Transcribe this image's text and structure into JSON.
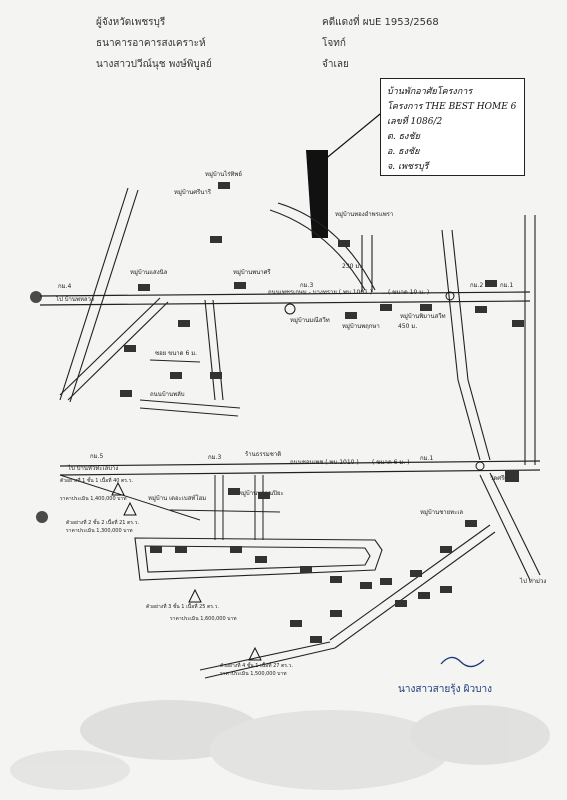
{
  "header": {
    "province": "ผู้จังหวัดเพชรบุรี",
    "bank": "ธนาคารอาคารสงเคราะห์",
    "plaintiff_rep": "นางสาวปวีณ์นุช พงษ์พิบูลย์",
    "case_label": "คดีแดงที่ ผบE 1953/2568",
    "plaintiff_label": "โจทก์",
    "defendant_label": "จำเลย"
  },
  "callout": {
    "line1": "บ้านพักอาศัยโครงการ",
    "line2": "โครงการ THE BEST HOME 6",
    "line3": "เลขที่ 1086/2",
    "line4": "ต. ธงชัย",
    "line5": "อ. ธงชัย",
    "line6": "จ. เพชรบุรี"
  },
  "roads": {
    "main_north": "ถนนเพชรเกษม - บางทราย ( พบ.1001 )",
    "main_south": "ถนนชอบเพช ( พบ.1010 )",
    "lanes_top": "( ขนาด 10 ม. )",
    "lanes_bottom": "( ขนาด 6 ม. )",
    "to_west_top": "ไป บ้านพหลวง",
    "to_west_bottom": "ไป บ้านหัวทะเลบาง",
    "to_south": "ไป ท่าม่วง",
    "distance_1": "230 ม.",
    "distance_2": "450 ม.",
    "km_marks": [
      "กม.4",
      "กม.3",
      "กม.2",
      "กม.1",
      "กม.5",
      "กม.3",
      "กม.1"
    ],
    "side_roads": [
      "ถนนบ้านพลับ",
      "ซอย ขนาด 6 ม."
    ]
  },
  "places": [
    "หมู่บ้านไร่ทิพย์",
    "หมู่บ้านศรีนารี",
    "หมู่บ้านพนาศรี",
    "หมู่บ้านทองอำพรแพรา",
    "หมู่บ้านแสงนิล",
    "หมู่บ้านพฤกษา",
    "หมู่บ้านพรรณปิยะ",
    "หมู่บ้าน เดอะเบสท์โฮม",
    "หมู่บ้านพิมานสวีท",
    "หมู่บ้านชายทะเล",
    "วัดศรีเตาปิ",
    "ร้านธรรมชาติ",
    "หมู่บ้านมณีสวีท"
  ],
  "comparables": [
    {
      "label": "ตัวอย่างที่ 1 ชั้น 1 เนื้อที่ 40 ตร.ว.",
      "price": "ราคาประเมิน 1,400,000 บาท"
    },
    {
      "label": "ตัวอย่างที่ 2 ชั้น 2 เนื้อที่ 21 ตร.ว.",
      "price": "ราคาประเมิน 1,300,000 บาท"
    },
    {
      "label": "ตัวอย่างที่ 3 ชั้น 1 เนื้อที่ 25 ตร.ว.",
      "price": "ราคาประเมิน 1,600,000 บาท"
    },
    {
      "label": "ตัวอย่างที่ 4 ชั้น 1 เนื้อที่ 27 ตร.ว.",
      "price": "ราคาประเมิน 1,500,000 บาท"
    }
  ],
  "signer": "นางสาวสายรุ้ง ผิวบาง"
}
